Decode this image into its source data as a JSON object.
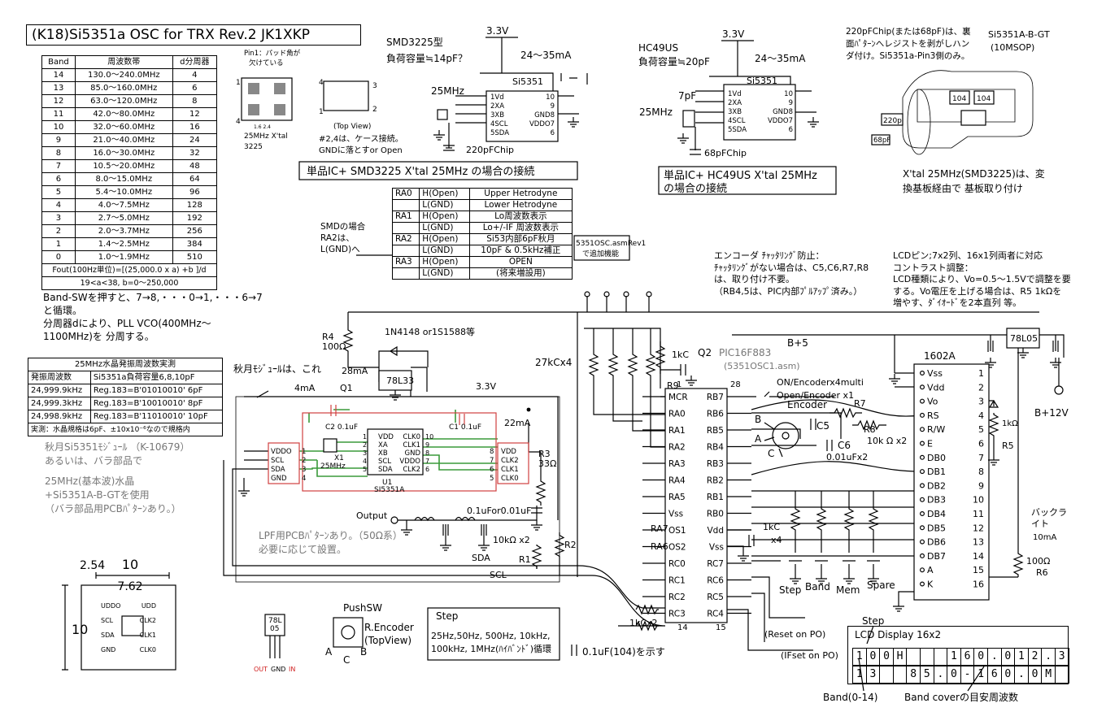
{
  "title": "(K18)Si5351a OSC for TRX Rev.2  JK1XKP",
  "band_table": {
    "headers": [
      "Band",
      "周波数帯",
      "d分周器"
    ],
    "rows": [
      [
        "14",
        "130.0～240.0MHz",
        "4"
      ],
      [
        "13",
        "85.0～160.0MHz",
        "6"
      ],
      [
        "12",
        "63.0～120.0MHz",
        "8"
      ],
      [
        "11",
        "42.0～80.0MHz",
        "12"
      ],
      [
        "10",
        "32.0～60.0MHz",
        "16"
      ],
      [
        "9",
        "21.0～40.0MHz",
        "24"
      ],
      [
        "8",
        "16.0～30.0MHz",
        "32"
      ],
      [
        "7",
        "10.5～20.0MHz",
        "48"
      ],
      [
        "6",
        "8.0～15.0MHz",
        "64"
      ],
      [
        "5",
        "5.4～10.0MHz",
        "96"
      ],
      [
        "4",
        "4.0～7.5MHz",
        "128"
      ],
      [
        "3",
        "2.7～5.0MHz",
        "192"
      ],
      [
        "2",
        "2.0～3.7MHz",
        "256"
      ],
      [
        "1",
        "1.4～2.5MHz",
        "384"
      ],
      [
        "0",
        "1.0～1.9MHz",
        "510"
      ]
    ],
    "formula_1": "Fout(100Hz単位)=[(25,000.0 x a) +b ]/d",
    "formula_2": "19<a<38, b=0～250,000"
  },
  "xtal_notes": {
    "pin1": "Pin1：パッド角が",
    "pin1b": "欠けている",
    "xtal": "25MHz X'tal",
    "pkg": "3225",
    "top_view": "(Top View)",
    "case_note": "#2,4は、ケース接続。",
    "case_note2": "GNDに落とすor Open",
    "p1": "1",
    "p2": "2",
    "p3": "3",
    "p4": "4",
    "dim": "1.6  2.4"
  },
  "smd_section": {
    "header1": "SMD3225型",
    "header2": "負荷容量≒14pF？",
    "v": "3.3V",
    "i": "24～35mA",
    "xtal": "25MHz",
    "ic": "Si5351",
    "cap": "220pFChip",
    "caption": "単品IC+ SMD3225 X'tal 25MHz  の場合の接続"
  },
  "hc_section": {
    "header1": "HC49US",
    "header2": "負荷容量≒20pF",
    "v": "3.3V",
    "i": "24～35mA",
    "cap7": "7pF",
    "xtal": "25MHz",
    "ic": "Si5351",
    "cap": "68pFChip",
    "caption1": "単品IC+ HC49US X'tal 25MHz",
    "caption2": " の場合の接続"
  },
  "ic_pins": {
    "left": [
      "1Vd",
      "2XA",
      "3XB",
      "4SCL",
      "5SDA"
    ],
    "right": [
      "10",
      "9",
      "GND8",
      "VDDO7",
      "6"
    ]
  },
  "pcb_notes": {
    "note1": "220pFChip(または68pF)は、裏",
    "note2": "面ﾊﾟﾀｰﾝへレジストを剥がしハン",
    "note3": "ダ付け。Si5351a-Pin3側のみ。",
    "part": "Si5351A-B-GT",
    "pkg": "(10MSOP)",
    "c104a": "104",
    "c104b": "104",
    "c220": "220p",
    "c68": "68pF",
    "foot1": "X'tal 25MHz(SMD3225)は、変",
    "foot2": "換基板経由で  基板取り付け"
  },
  "ra_table": {
    "rows": [
      [
        "RA0",
        "H(Open)",
        "Upper Hetrodyne"
      ],
      [
        "",
        "L(GND)",
        "Lower Hetrodyne"
      ],
      [
        "RA1",
        "H(Open)",
        "Lo周波数表示"
      ],
      [
        "",
        "L(GND)",
        "Lo+/-IF 周波数表示"
      ],
      [
        "RA2",
        "H(Open)",
        "Si53内部6pF秋月"
      ],
      [
        "",
        "L(GND)",
        "10pF & 0.5kHz補正"
      ],
      [
        "RA3",
        "H(Open)",
        "OPEN"
      ],
      [
        "",
        "L(GND)",
        "(将来増設用)"
      ]
    ],
    "side_note": "5351OSC.asmRev1",
    "side_note2": "で追加機能",
    "smd_note1": "SMDの場合",
    "smd_note2": "RA2は、",
    "smd_note3": "L(GND)へ"
  },
  "encoder_note": {
    "line1": "エンコーダ  ﾁｬｯﾀﾘﾝｸﾞ防止：",
    "line2": "ﾁｬｯﾀﾘﾝｸﾞがない場合は、C5,C6,R7,R8",
    "line3": "は、取り付け不要。",
    "line4": "（RB4,5は、PIC内部ﾌﾟﾙｱｯﾌﾟ済み。）"
  },
  "lcd_note": {
    "line1": "LCDピン;7x2列、16x1列両者に対応",
    "line2": "コントラスト調整：",
    "line3": "LCD種類により、Vo=0.5～1.5Vで調整を要",
    "line4": "する。Vo電圧を上げる場合は、R5 1kΩを",
    "line5": "増やす、ﾀﾞｲｵｰﾄﾞを2本直列  等。"
  },
  "band_sw_note": {
    "line1": "Band-SWを押すと、7→8,・・・0→1,・・・6→7",
    "line2": "と循環。",
    "line3": "分周器dにより、PLL VCO(400MHz～",
    "line4": "1100MHz)を 分周する。"
  },
  "xtal_table": {
    "caption": "25MHz水晶発振周波数実測",
    "headers": [
      "発振周波数",
      "Si5351a負荷容量6,8,10pF"
    ],
    "rows": [
      [
        "24,999.9kHz",
        "Reg.183=B'01010010' 6pF"
      ],
      [
        "24,999.3kHz",
        "Reg.183=B'10010010' 8pF"
      ],
      [
        "24,998.9kHz",
        "Reg.183=B'11010010' 10pF"
      ]
    ],
    "foot": "実測：水晶規格は6pF、±10x10⁻⁶なので規格内"
  },
  "akizuki_note": "秋月ﾓｼﾞｭｰﾙは、これ",
  "module_note": {
    "line1": "秋月Si5351ﾓｼﾞｭｰﾙ （K-10679）",
    "line2": "あるいは、バラ部品で",
    "line3": "25MHz(基本波)水晶",
    "line4": "+Si5351A-B-GTを使用",
    "line5": "（バラ部品用PCBﾊﾟﾀｰﾝあり。）"
  },
  "lpf_note": {
    "line1": "LPF用PCBﾊﾟﾀｰﾝあり。（50Ω系）",
    "line2": "必要に応じて設置。"
  },
  "main_labels": {
    "r4": "R4",
    "r4v": "100Ω",
    "diode": "1N4148 or1S1588等",
    "reg33": "78L33",
    "i28": "28mA",
    "v33": "3.3V",
    "i4": "4mA",
    "q1": "Q1",
    "i22": "22mA",
    "r3": "R3",
    "r3v": "33Ω",
    "c2": "C2  0.1uF",
    "c1": "C1  0.1uF",
    "x1": "X1",
    "x25": "25MHz",
    "u1": "U1",
    "u1n": "SI5351A",
    "u1_left": [
      "VDD",
      "XA",
      "XB",
      "SCL",
      "SDA"
    ],
    "u1_right": [
      "CLK0",
      "CLK1",
      "GND",
      "VDDO",
      "CLK2"
    ],
    "u1_lnum": [
      "1",
      "2",
      "3",
      "4",
      "5"
    ],
    "u1_rnum": [
      "10",
      "9",
      "8",
      "7",
      "6"
    ],
    "mod_left": [
      "VDDO",
      "SCL",
      "SDA",
      "GND"
    ],
    "mod_right": [
      "VDD",
      "CLK2",
      "CLK1",
      "CLK0"
    ],
    "mod_lnum": [
      "1",
      "2",
      "3",
      "4"
    ],
    "mod_rnum": [
      "8",
      "7",
      "6",
      "5"
    ],
    "cout": "0.1uFor0.01uF",
    "output": "Output",
    "r1r2": "10kΩ x2",
    "r1": "R1",
    "r2": "R2",
    "sda": "SDA",
    "scl": "SCL",
    "r27": "27kCx4",
    "r1kc": "1kC",
    "q2": "Q2",
    "pic": "PIC16F883",
    "asm": "(5351OSC1.asm)",
    "r9": "R9",
    "b5": "B+5",
    "reg05": "78L05",
    "bplus12": "B+12V",
    "encoder": "Encoder",
    "on_enc": "ON/Encoderx4multi",
    "open_enc": "Open/Encoder x1",
    "r7": "R7",
    "r8": "R8",
    "c5": "C5",
    "c6": "C6",
    "r8v": "10k Ω x2",
    "c6v": "0.01uFx2",
    "enc_b": "B",
    "enc_a": "A",
    "enc_c": "C",
    "ra7": "RA7",
    "ra6": "RA6",
    "r1kc4": "1kC",
    "x4": "x4",
    "r1kcx2": "1kCx2",
    "pin14": "14",
    "pin15": "15",
    "pin28": "28",
    "pin1": "1",
    "step": "Step",
    "band": "Band",
    "mem": "Mem",
    "spare": "Spare",
    "reset": "(Reset on PO)",
    "ifset": "(IFset on PO)",
    "lcd1602": "1602A",
    "r5": "R5",
    "r5v": "1kΩ",
    "backlight": "バックラ",
    "backlight2": "イト",
    "i10": "10mA",
    "r6": "R6",
    "r6v": "100Ω"
  },
  "pic_left_pins": [
    "MCR",
    "RA0",
    "RA1",
    "RA2",
    "RA3",
    "RA4",
    "RA5",
    "Vss",
    "OS1",
    "OS2",
    "RC0",
    "RC1",
    "RC2",
    "RC3"
  ],
  "pic_right_pins": [
    "RB7",
    "RB6",
    "RB5",
    "RB4",
    "RB3",
    "RB2",
    "RB1",
    "RB0",
    "Vdd",
    "Vss",
    "RC7",
    "RC6",
    "RC5",
    "RC4"
  ],
  "lcd_pins": [
    "Vss",
    "Vdd",
    "Vo",
    "RS",
    "R/W",
    "E",
    "DB0",
    "DB1",
    "DB2",
    "DB3",
    "DB4",
    "DB5",
    "DB6",
    "DB7",
    "A",
    "K"
  ],
  "lcd_nums": [
    "1",
    "2",
    "3",
    "4",
    "5",
    "6",
    "7",
    "8",
    "9",
    "10",
    "11",
    "12",
    "13",
    "14",
    "15",
    "16"
  ],
  "module_board": {
    "w": "10",
    "h": "10",
    "pitch": "2.54",
    "span": "7.62",
    "pins": [
      "UDDO",
      "UDD",
      "SCL",
      "CLK2",
      "SDA",
      "CLK1",
      "GND",
      "CLK0"
    ]
  },
  "reg_pkg": {
    "label": "78L",
    "label2": "05",
    "out": "OUT",
    "gnd": "GND",
    "in": "IN"
  },
  "pushsw": {
    "label": "PushSW",
    "enc": "R.Encoder",
    "tv": "(TopView)",
    "a": "A",
    "b": "B",
    "c": "C"
  },
  "step_box": {
    "title": "Step",
    "line1": "25Hz,50Hz, 500Hz,  10kHz,",
    "line2": "100kHz, 1MHz(ﾊｲﾊﾞﾝﾄﾞ)循環"
  },
  "cap_note": "0.1uF(104)を示す",
  "lcd_display": {
    "step_label": "Step",
    "title": "LCD Display 16x2",
    "row1": [
      "1",
      "0",
      "0",
      "H",
      "",
      "",
      "",
      "1",
      "6",
      "0",
      ".",
      "0",
      "1",
      "2",
      ".",
      "3"
    ],
    "row2": [
      "1",
      "3",
      "",
      "",
      "8",
      "5",
      ".",
      "0",
      "-",
      "1",
      "6",
      "0",
      ".",
      "0",
      "M",
      ""
    ],
    "band_label": "Band(0-14)",
    "cover_label": "Band coverの目安周波数"
  }
}
